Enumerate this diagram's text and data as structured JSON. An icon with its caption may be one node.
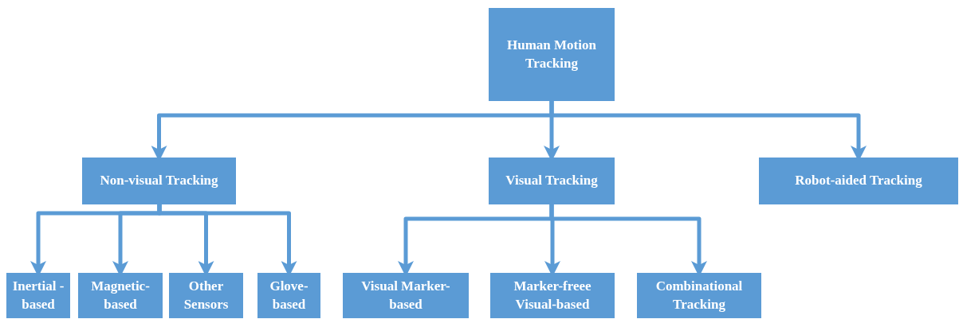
{
  "diagram": {
    "nodes": [
      {
        "text": [
          "Human Motion Tracking"
        ]
      },
      {
        "text": [
          "Non-visual Tracking"
        ]
      },
      {
        "text": [
          "Visual Tracking"
        ]
      },
      {
        "text": [
          "Robot-aided Tracking"
        ]
      },
      {
        "text": [
          "Inertial -based"
        ]
      },
      {
        "text": [
          "Magnetic- based"
        ]
      },
      {
        "text": [
          "Other Sensors"
        ]
      },
      {
        "text": [
          "Glove- based"
        ]
      },
      {
        "text": [
          "Visual Marker- based"
        ]
      },
      {
        "text": [
          "Marker-freee Visual-based"
        ]
      },
      {
        "text": [
          "Combinational Tracking"
        ]
      }
    ],
    "edges": [
      {
        "from": 0,
        "to": 1,
        "arrow": "to"
      },
      {
        "from": 0,
        "to": 2,
        "arrow": "to"
      },
      {
        "from": 0,
        "to": 3,
        "arrow": "to"
      },
      {
        "from": 1,
        "to": 4,
        "arrow": "to"
      },
      {
        "from": 1,
        "to": 5,
        "arrow": "to"
      },
      {
        "from": 1,
        "to": 6,
        "arrow": "to"
      },
      {
        "from": 1,
        "to": 7,
        "arrow": "to"
      },
      {
        "from": 2,
        "to": 8,
        "arrow": "to"
      },
      {
        "from": 2,
        "to": 9,
        "arrow": "to"
      },
      {
        "from": 2,
        "to": 10,
        "arrow": "to"
      }
    ]
  }
}
